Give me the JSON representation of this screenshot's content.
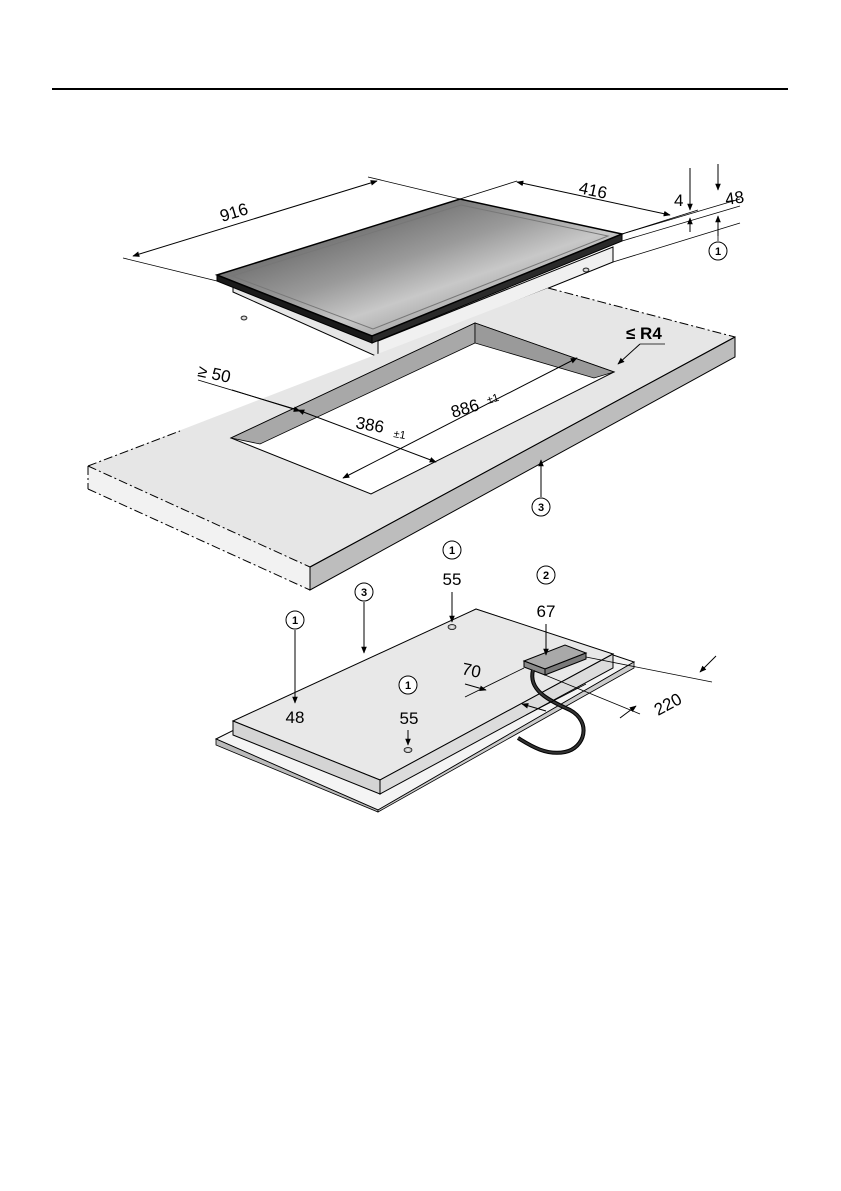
{
  "diagram": {
    "hob_dimensions": {
      "width": "916",
      "depth": "416",
      "frame_thickness": "4",
      "height": "48"
    },
    "cutout_dimensions": {
      "min_wall_distance": "≥ 50",
      "depth_value": "386",
      "depth_tolerance": "±1",
      "width_value": "886",
      "width_tolerance": "±1",
      "corner_radius": "≤ R4"
    },
    "underside_dimensions": {
      "screw_depth_rear": "55",
      "screw_depth_front": "55",
      "side_depth": "48",
      "junction_box_depth": "67",
      "box_offset": "70",
      "box_distance": "220"
    },
    "callouts": {
      "c1": "1",
      "c2": "2",
      "c3": "3"
    }
  }
}
